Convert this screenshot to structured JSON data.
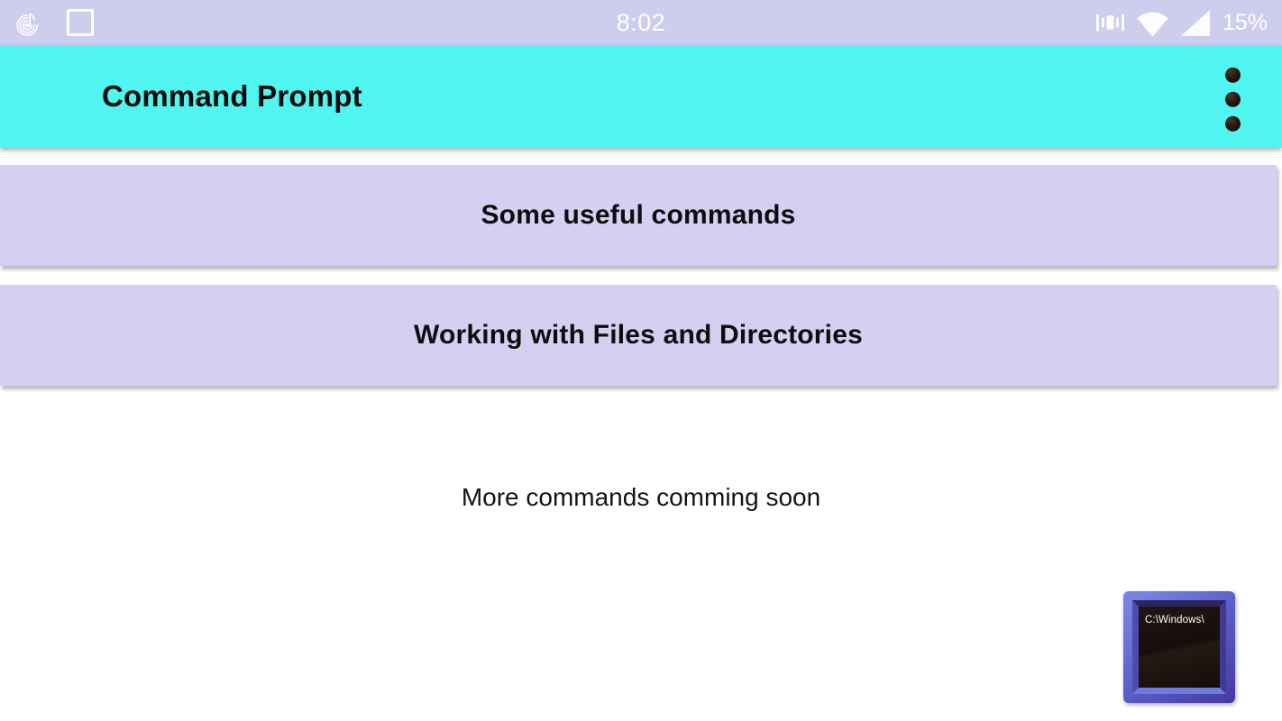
{
  "status_bar": {
    "time": "8:02",
    "battery_percent": "15%",
    "icons": {
      "left": [
        "music-note-icon",
        "square-outline-icon"
      ],
      "right": [
        "vibrate-icon",
        "wifi-icon",
        "cellular-signal-icon"
      ]
    }
  },
  "app_bar": {
    "title": "Command Prompt",
    "overflow_menu_icon": "three-dots-vertical"
  },
  "menu_buttons": [
    {
      "label": "Some useful commands"
    },
    {
      "label": "Working with Files and Directories"
    }
  ],
  "footer_note": "More commands comming soon",
  "app_logo": {
    "screen_text": "C:\\Windows\\"
  },
  "colors": {
    "status_bar_bg": "#cfcdee",
    "app_bar_bg": "#50f5ef",
    "button_bg": "#d3d0f2",
    "logo_frame": "#5f63cd",
    "logo_screen": "#170f0c",
    "text": "#0a0a0a"
  }
}
